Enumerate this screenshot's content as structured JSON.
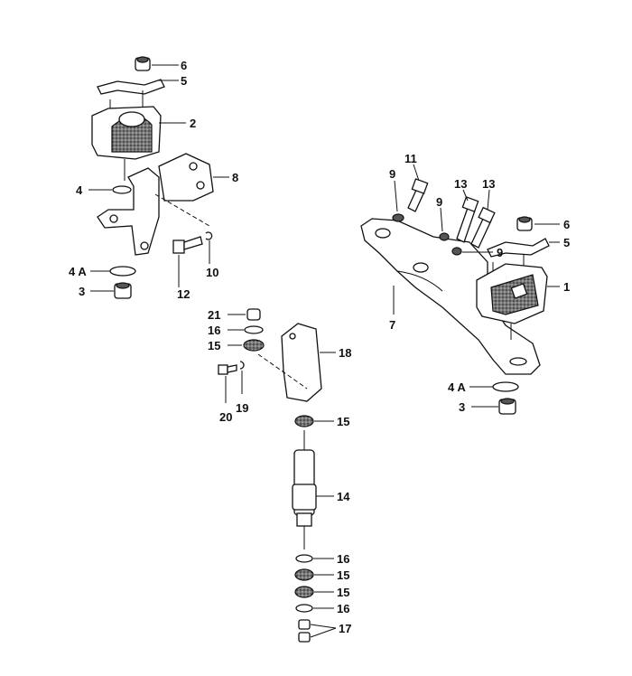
{
  "callouts": {
    "left_mount": [
      "6",
      "5",
      "2",
      "8",
      "4",
      "10",
      "12",
      "4 A",
      "3"
    ],
    "right_mount": [
      "11",
      "9",
      "9",
      "13",
      "13",
      "6",
      "5",
      "9",
      "1",
      "7",
      "4 A",
      "3"
    ],
    "damper": [
      "21",
      "16",
      "15",
      "18",
      "20",
      "19",
      "15",
      "14",
      "16",
      "15",
      "15",
      "16",
      "17"
    ]
  }
}
